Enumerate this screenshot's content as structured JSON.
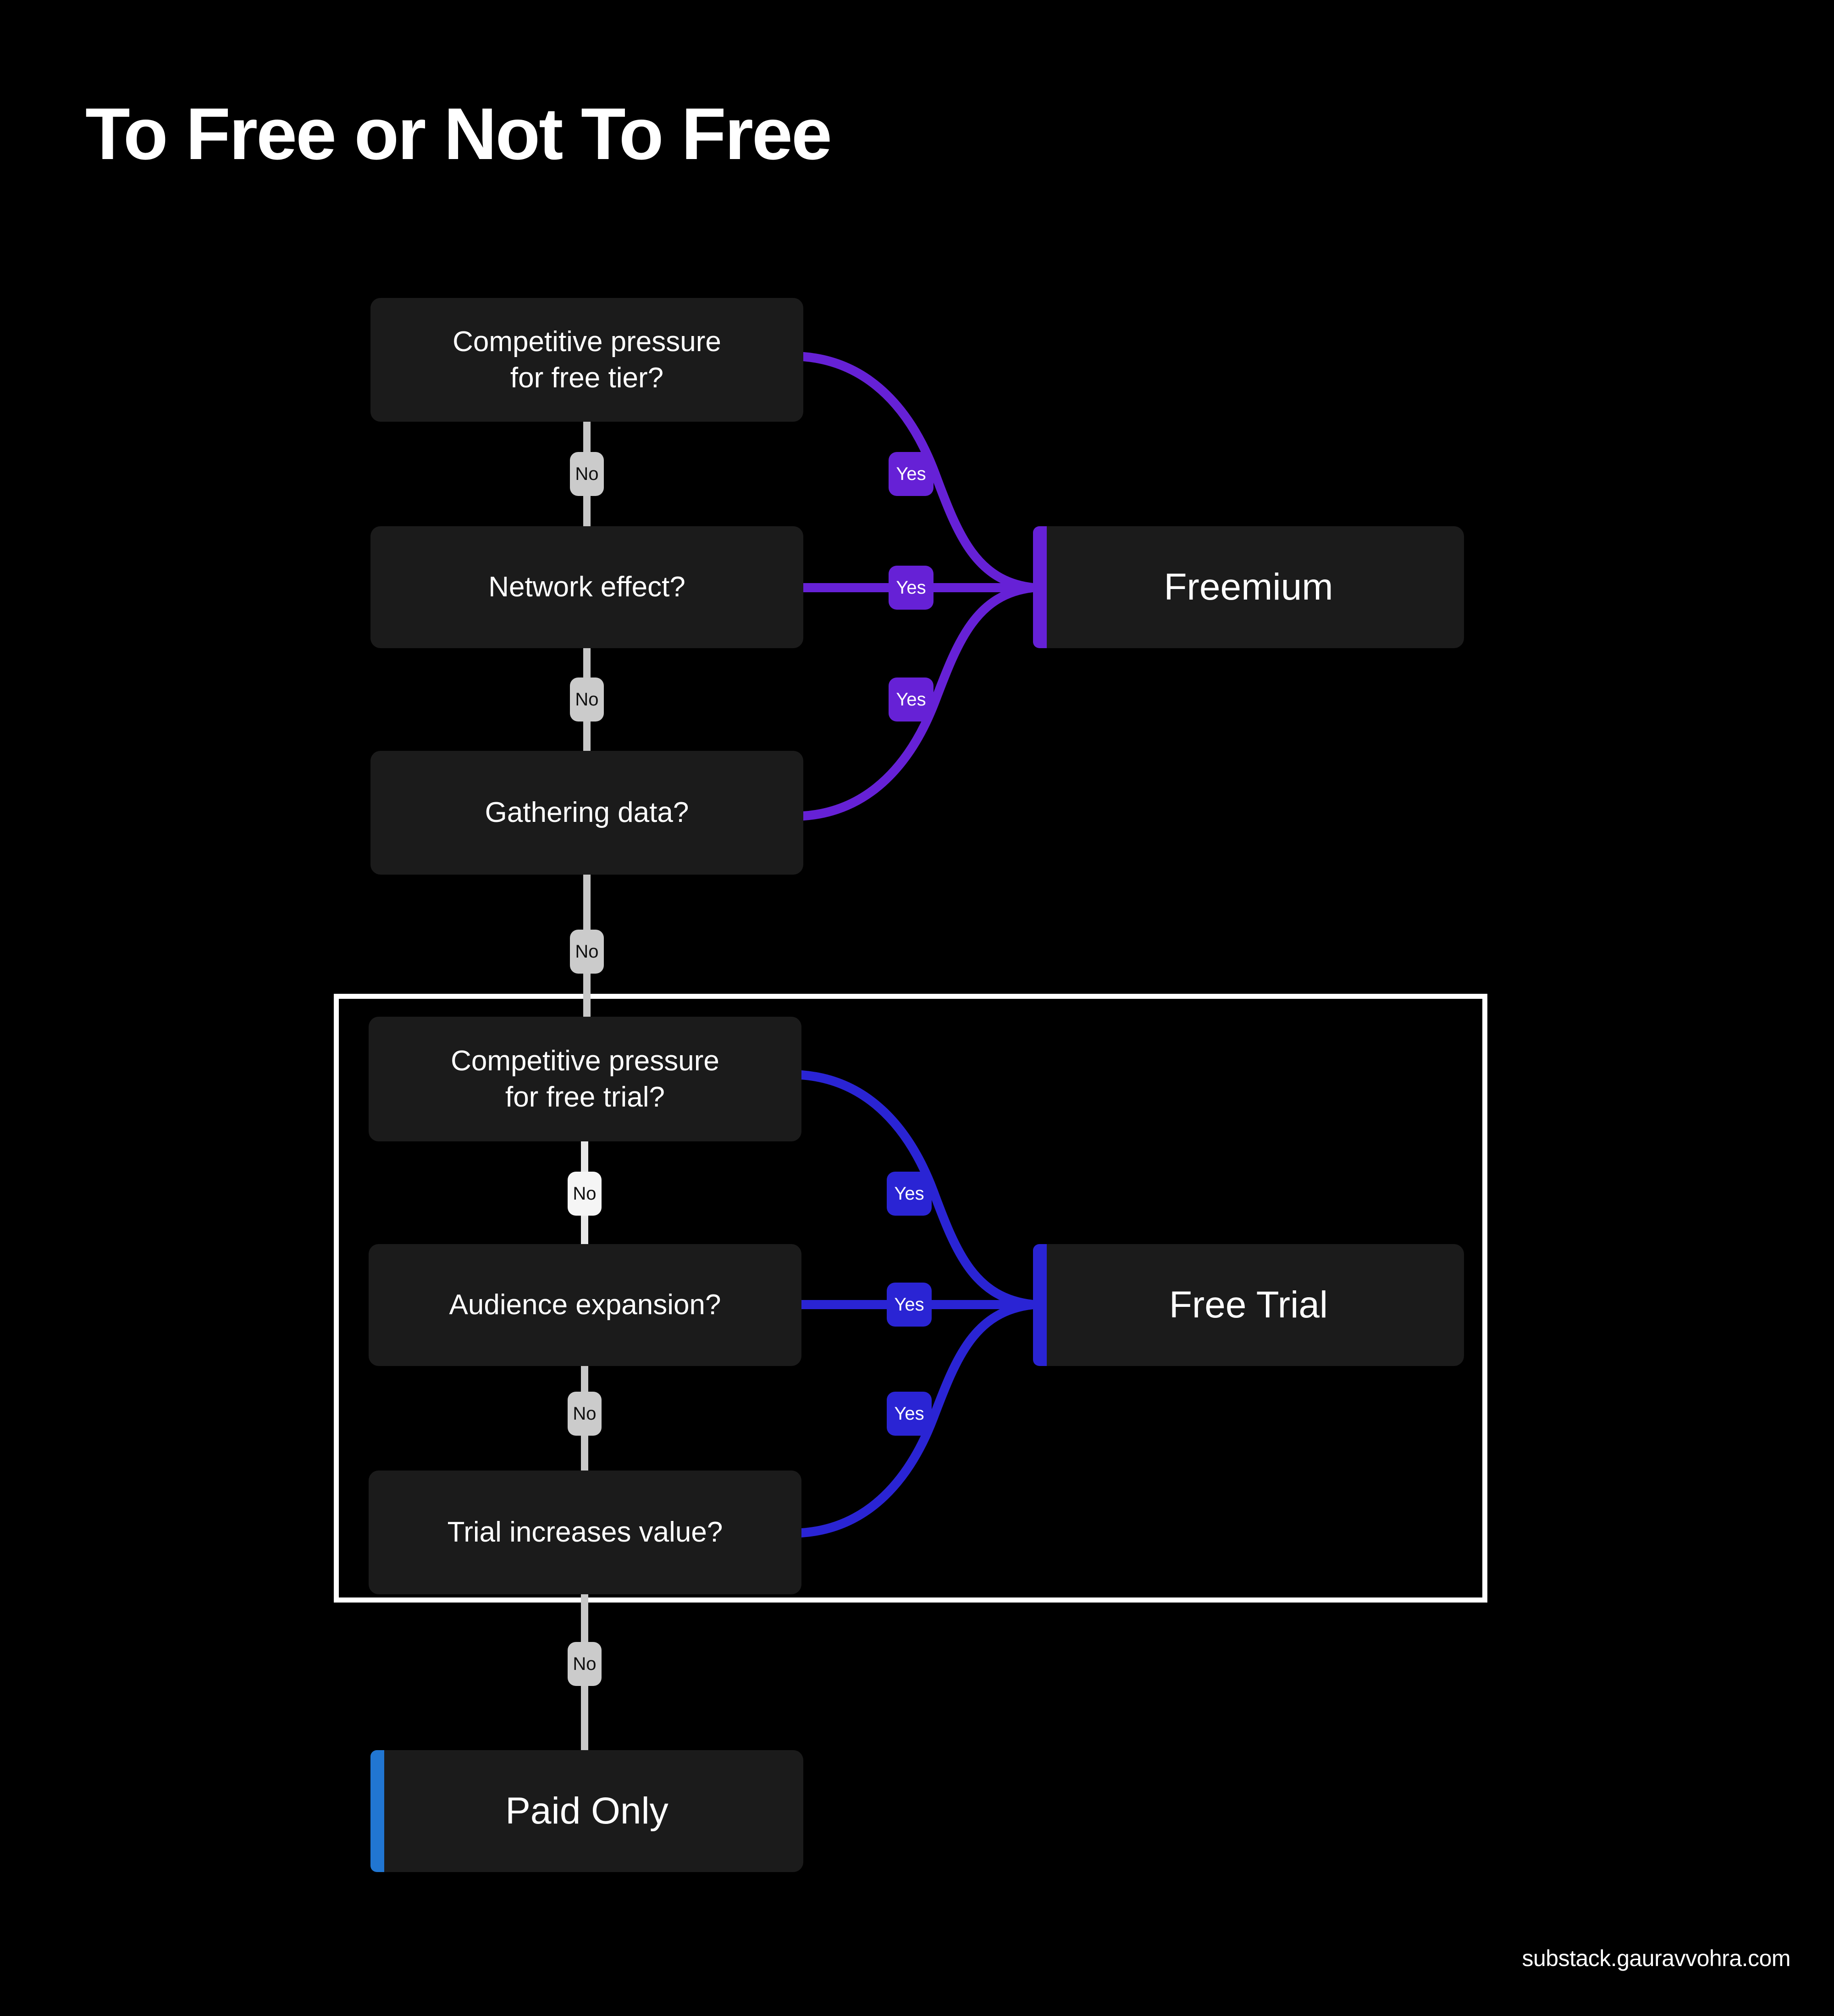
{
  "title": "To Free or Not To Free",
  "footer": {
    "url": "substack.gauravvohra.com"
  },
  "colors": {
    "background": "#000000",
    "node_fill": "#1b1b1b",
    "node_text": "#ffffff",
    "no_pill": "#cbcbcb",
    "no_pill_text": "#111111",
    "freemium_accent": "#6621d6",
    "free_trial_accent": "#2a24d4",
    "paid_only_accent": "#2176d2",
    "group_outline": "#ffffff",
    "connector_no": "#c8c8c8"
  },
  "nodes": {
    "d1": {
      "label": "Competitive pressure\nfor free tier?"
    },
    "d2": {
      "label": "Network effect?"
    },
    "d3": {
      "label": "Gathering data?"
    },
    "d4": {
      "label": "Competitive pressure\nfor free trial?"
    },
    "d5": {
      "label": "Audience expansion?"
    },
    "d6": {
      "label": "Trial increases value?"
    },
    "o1": {
      "label": "Freemium"
    },
    "o2": {
      "label": "Free Trial"
    },
    "o3": {
      "label": "Paid Only"
    }
  },
  "edge_labels": {
    "yes_1": "Yes",
    "yes_2": "Yes",
    "yes_3": "Yes",
    "yes_4": "Yes",
    "yes_5": "Yes",
    "yes_6": "Yes",
    "no_1": "No",
    "no_2": "No",
    "no_3": "No",
    "no_4": "No",
    "no_5": "No",
    "no_6": "No"
  },
  "chart_data": {
    "type": "diagram",
    "title": "To Free or Not To Free",
    "diagram_kind": "decision-flowchart",
    "decisions": [
      {
        "id": "d1",
        "text": "Competitive pressure for free tier?",
        "yes": "o1",
        "no": "d2"
      },
      {
        "id": "d2",
        "text": "Network effect?",
        "yes": "o1",
        "no": "d3"
      },
      {
        "id": "d3",
        "text": "Gathering data?",
        "yes": "o1",
        "no": "d4"
      },
      {
        "id": "d4",
        "text": "Competitive pressure for free trial?",
        "yes": "o2",
        "no": "d5"
      },
      {
        "id": "d5",
        "text": "Audience expansion?",
        "yes": "o2",
        "no": "d6"
      },
      {
        "id": "d6",
        "text": "Trial increases value?",
        "yes": "o2",
        "no": "o3"
      }
    ],
    "outcomes": [
      {
        "id": "o1",
        "text": "Freemium",
        "accent": "#6621d6"
      },
      {
        "id": "o2",
        "text": "Free Trial",
        "accent": "#2a24d4"
      },
      {
        "id": "o3",
        "text": "Paid Only",
        "accent": "#2176d2"
      }
    ],
    "grouped_subgraph": {
      "members": [
        "d4",
        "d5",
        "d6"
      ],
      "outline": "white"
    }
  }
}
